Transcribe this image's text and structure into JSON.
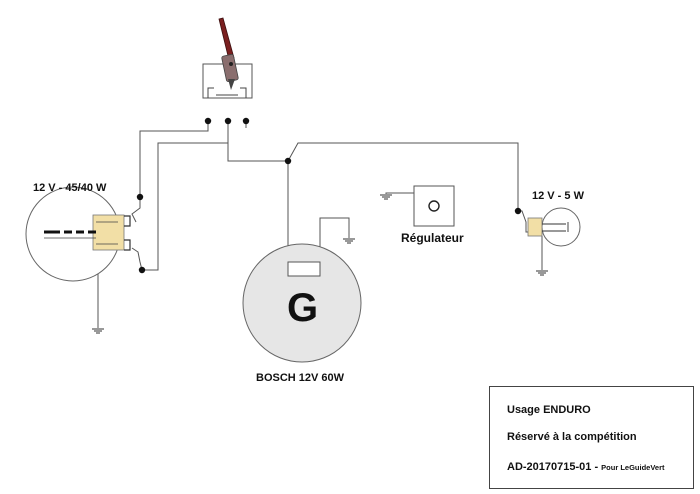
{
  "headlamp": {
    "label": "12 V - 45/40 W"
  },
  "taillamp": {
    "label": "12 V - 5 W"
  },
  "generator": {
    "symbol": "G",
    "label": "BOSCH 12V  60W"
  },
  "regulator": {
    "label": "Régulateur"
  },
  "info": {
    "line1": "Usage ENDURO",
    "line2": "Réservé à la compétition",
    "line3_ref": "AD-20170715-01",
    "line3_sep": " - ",
    "line3_credit": "Pour LeGuideVert"
  },
  "colors": {
    "wire": "#555555",
    "lamp_socket": "#f2dfa6",
    "switch_lever": "#7a1f1f",
    "switch_knob": "#8a6e6e",
    "generator_fill": "#e6e6e6"
  }
}
